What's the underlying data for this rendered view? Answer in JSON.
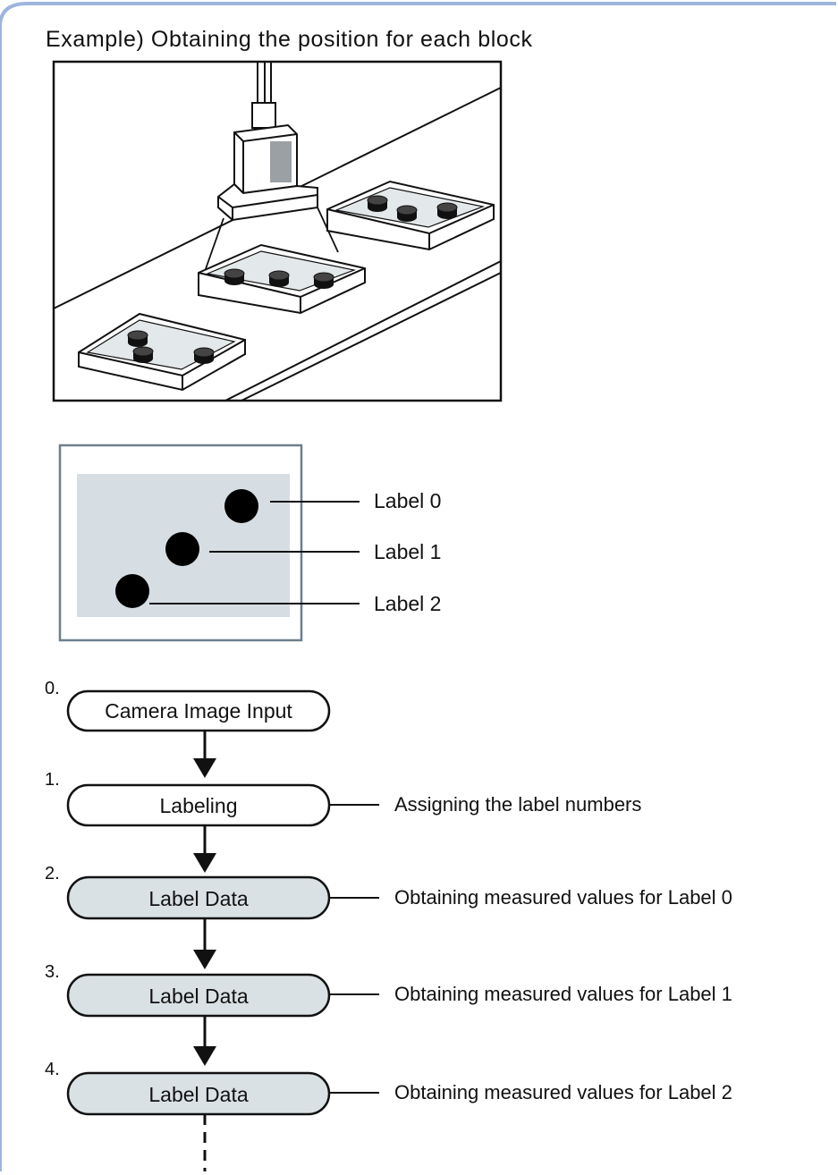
{
  "heading": "Example) Obtaining the position for each block",
  "image_labels": [
    "Label 0",
    "Label 1",
    "Label 2"
  ],
  "flow": {
    "steps": [
      {
        "number": "0.",
        "label": "Camera Image Input",
        "note": "",
        "shaded": false
      },
      {
        "number": "1.",
        "label": "Labeling",
        "note": "Assigning the label numbers",
        "shaded": false
      },
      {
        "number": "2.",
        "label": "Label Data",
        "note": "Obtaining measured values for Label 0",
        "shaded": true
      },
      {
        "number": "3.",
        "label": "Label Data",
        "note": "Obtaining measured values for Label 1",
        "shaded": true
      },
      {
        "number": "4.",
        "label": "Label Data",
        "note": "Obtaining measured values for Label 2",
        "shaded": true
      }
    ]
  },
  "colors": {
    "frame_border": "#9db5dd",
    "shaded_box": "#d9e1e5",
    "image_background": "#d6dee3"
  }
}
